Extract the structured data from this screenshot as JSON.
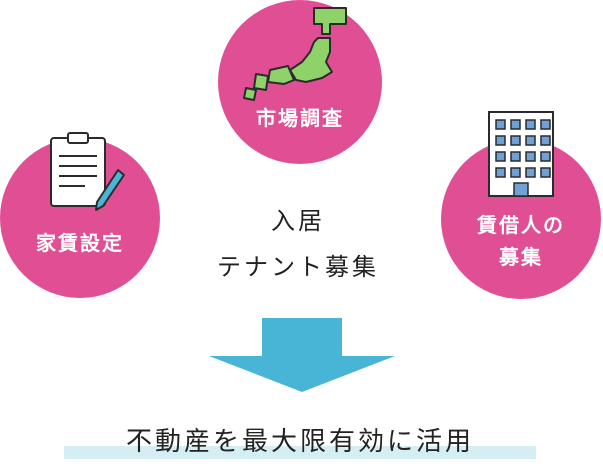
{
  "circles": {
    "market_survey": {
      "label": "市場調査"
    },
    "rent_setting": {
      "label": "家賃設定"
    },
    "tenant_recruit": {
      "line1": "賃借人の",
      "line2": "募集"
    }
  },
  "center": {
    "line1": "入居",
    "line2": "テナント募集"
  },
  "result": {
    "label": "不動産を最大限有効に活用"
  },
  "colors": {
    "circle": "#e04f93",
    "arrow": "#48b5d6",
    "underline": "#d4eef3",
    "map_fill": "#8fd26a",
    "building_fill": "#6fa0d6"
  }
}
